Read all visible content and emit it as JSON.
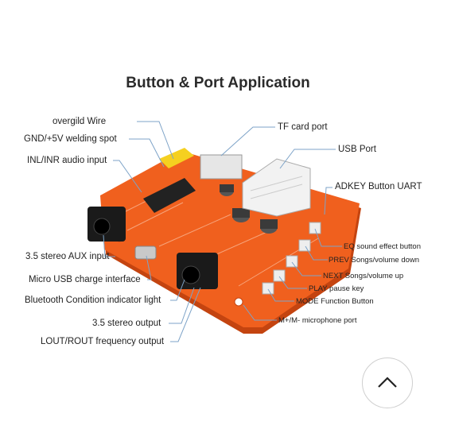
{
  "title": "Button & Port Application",
  "labels": {
    "overgild_wire": "overgild Wire",
    "gnd_5v": "GND/+5V welding spot",
    "inl_inr": "INL/INR audio input",
    "tf_card": "TF card port",
    "usb_port": "USB Port",
    "adkey_uart": "ADKEY Button UART",
    "eq_button": "EQ sound effect button",
    "prev_button": "PREV Songs/volume down",
    "next_button": "NEXT Songs/volume up",
    "play_pause": "PLAY pause key",
    "mode_button": "MODE Function Button",
    "mic_port": "M+/M- microphone port",
    "aux_input": "3.5 stereo AUX input",
    "micro_usb": "Micro USB charge interface",
    "bt_indicator": "Bluetooth Condition indicator light",
    "stereo_output": "3.5 stereo output",
    "lout_rout": "LOUT/ROUT frequency output"
  },
  "colors": {
    "board": "#f0601e",
    "board_edge": "#c44410",
    "leader": "#7da3c8",
    "jack": "#1a1a1a",
    "connector": "#e8e8e8"
  },
  "scroll_button": {
    "icon": "chevron-up-icon"
  }
}
